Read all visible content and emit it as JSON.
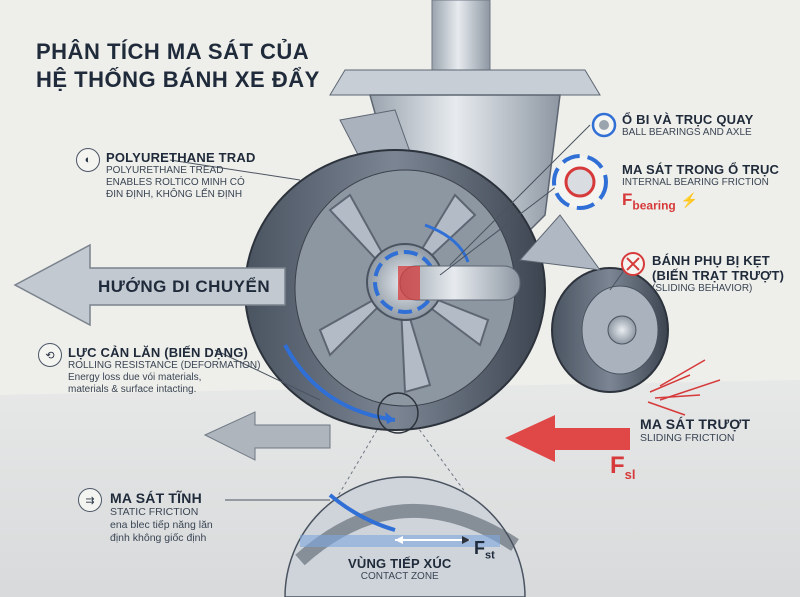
{
  "title": {
    "line1": "PHÂN TÍCH MA SÁT CỦA",
    "line2": "HỆ THỐNG BÁNH XE ĐẨY"
  },
  "direction_label": "HƯỚNG DI CHUYỂN",
  "labels": {
    "tread": {
      "heading": "POLYURETHANE TRAD",
      "sub1": "POLYURETHANE TREAD",
      "sub2": "ENABLES ROLTICO MINH CÓ",
      "sub3": "ĐIN ĐỊNH, KHÔNG LẾN ĐỊNH"
    },
    "rolling": {
      "heading": "LỰC CẢN LĂN (BIẾN DẠNG)",
      "sub1": "ROLLING RESISTANCE (DEFORMATION)",
      "sub2": "Energy loss due vói materials,",
      "sub3": "materials & surface intacting."
    },
    "static": {
      "heading": "MA SÁT TĨNH",
      "sub1": "STATIC FRICTION",
      "sub2": "ena blec tiếp năng lăn",
      "sub3": "định không giốc định"
    },
    "bearings": {
      "heading": "Ổ BI VÀ TRỤC QUAY",
      "sub1": "BALL BEARINGS AND AXLE"
    },
    "internal": {
      "heading": "MA SÁT TRONG Ổ TRỤC",
      "sub1": "INTERNAL BEARING FRICTION",
      "force_main": "F",
      "force_sub": "bearing"
    },
    "stuck": {
      "heading1": "BÁNH PHỤ BỊ KẸT",
      "heading2": "(BIẾN TRẠT TRƯỢT)",
      "sub1": "(SLIDING BEHAVIOR)"
    },
    "sliding": {
      "heading": "MA SÁT TRƯỢT",
      "sub1": "SLIDING FRICTION",
      "force_main": "F",
      "force_sub": "sl"
    },
    "contact": {
      "heading": "VÙNG TIẾP XÚC",
      "sub1": "CONTACT ZONE",
      "force_main": "F",
      "force_sub": "st"
    }
  },
  "colors": {
    "accent_blue": "#2f6fd6",
    "accent_red": "#d63a3a",
    "metal": "#b9c2cc",
    "ink": "#1f2a3a"
  }
}
